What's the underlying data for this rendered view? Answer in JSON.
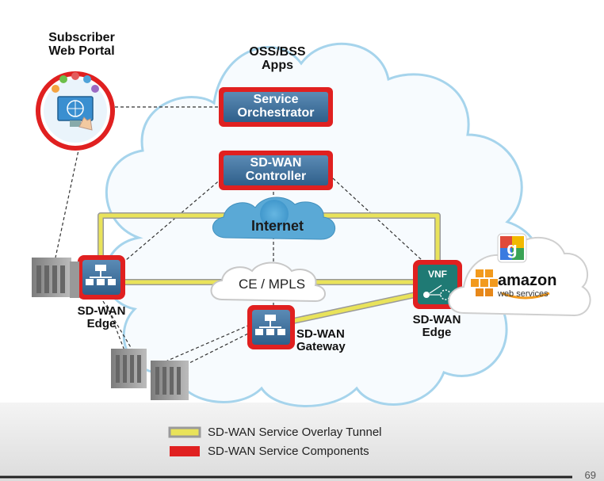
{
  "subscriber_portal": {
    "line1": "Subscriber",
    "line2": "Web Portal"
  },
  "oss_bss": {
    "line1": "OSS/BSS",
    "line2": "Apps"
  },
  "service_orchestrator": {
    "line1": "Service",
    "line2": "Orchestrator"
  },
  "sdwan_controller": {
    "line1": "SD-WAN",
    "line2": "Controller"
  },
  "internet_label": "Internet",
  "ce_mpls_label": "CE / MPLS",
  "edge_left": {
    "line1": "SD-WAN",
    "line2": "Edge"
  },
  "gateway": {
    "line1": "SD-WAN",
    "line2": "Gateway"
  },
  "edge_right": {
    "line1": "SD-WAN",
    "line2": "Edge"
  },
  "vnf_label": "VNF",
  "amazon": {
    "brand": "amazon",
    "sub": "web services"
  },
  "legend": {
    "tunnel": "SD-WAN Service Overlay Tunnel",
    "components": "SD-WAN Service Components"
  },
  "page_number": "69",
  "colors": {
    "accent_red": "#e02020",
    "box_blue": "#3f6f99",
    "tunnel_yellow": "#e9e35a",
    "cloud_blue": "#b9dbee"
  }
}
